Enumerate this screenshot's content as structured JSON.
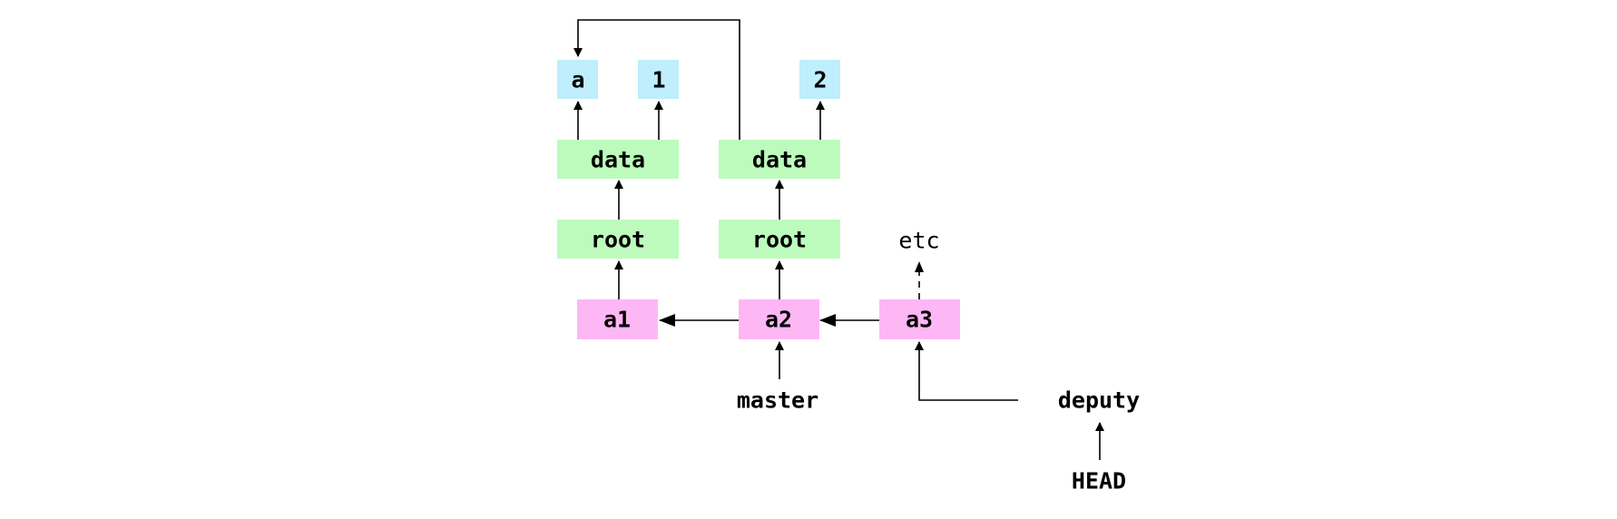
{
  "colors": {
    "blob": "#bfeefc",
    "tree": "#bdfbbd",
    "commit": "#fdb7f4",
    "line": "#000000"
  },
  "nodes": {
    "blob_a": "a",
    "blob_1": "1",
    "blob_2": "2",
    "tree_data_1": "data",
    "tree_data_2": "data",
    "tree_root_1": "root",
    "tree_root_2": "root",
    "commit_a1": "a1",
    "commit_a2": "a2",
    "commit_a3": "a3"
  },
  "labels": {
    "etc": "etc",
    "master": "master",
    "deputy": "deputy",
    "head": "HEAD"
  }
}
